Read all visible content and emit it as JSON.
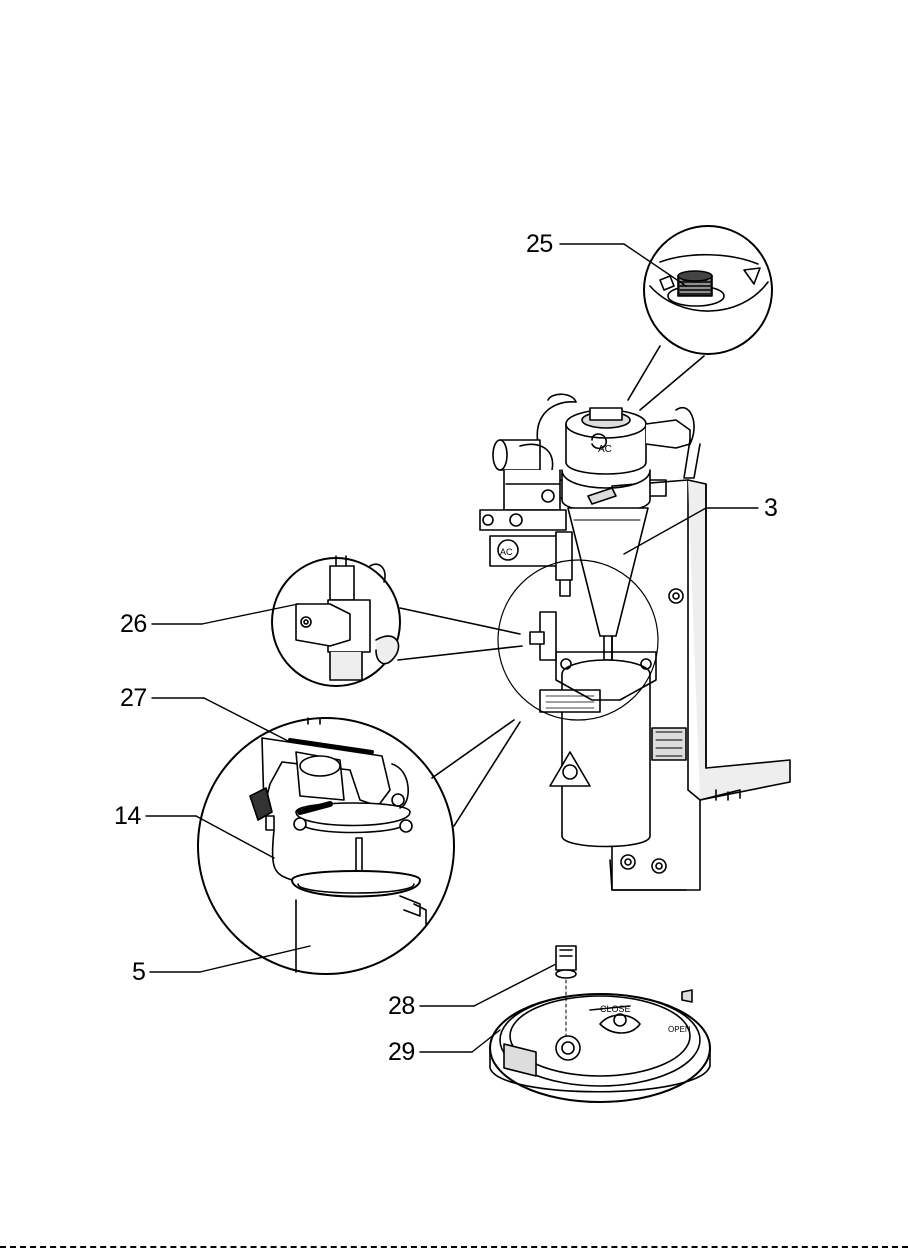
{
  "colors": {
    "ink": "#000000",
    "paper": "#ffffff",
    "shade": "#d6d6d6",
    "light_shade": "#eeeeee"
  },
  "callouts": {
    "c25": "25",
    "c3": "3",
    "c26": "26",
    "c27": "27",
    "c14": "14",
    "c5": "5",
    "c28": "28",
    "c29": "29"
  },
  "labels": {
    "lid_close": "CLOSE",
    "lid_open": "OPEN"
  }
}
